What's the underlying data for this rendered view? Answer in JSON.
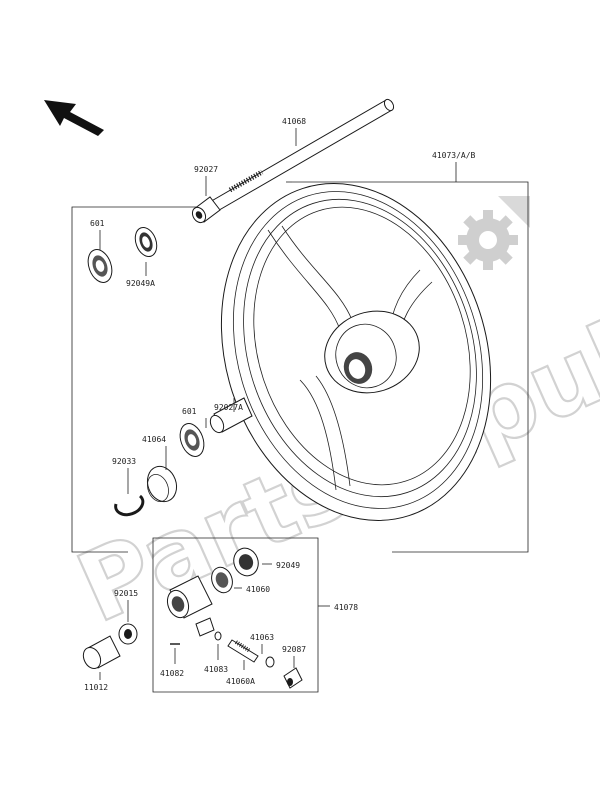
{
  "watermark": "PartsRepublik",
  "parts": {
    "p41068": "41068",
    "p41073": "41073/A/B",
    "p92027": "92027",
    "p601_top": "601",
    "p92049a": "92049A",
    "p601_mid": "601",
    "p92027a": "92027A",
    "p41064": "41064",
    "p92033": "92033",
    "p92049": "92049",
    "p41060": "41060",
    "p41078": "41078",
    "p92015": "92015",
    "p41063_top": "41063",
    "p92087": "92087",
    "p11012": "11012",
    "p41082": "41082",
    "p41083": "41083",
    "p41060a": "41060A"
  },
  "icons": [
    "front-direction-arrow-icon",
    "gear-icon"
  ]
}
